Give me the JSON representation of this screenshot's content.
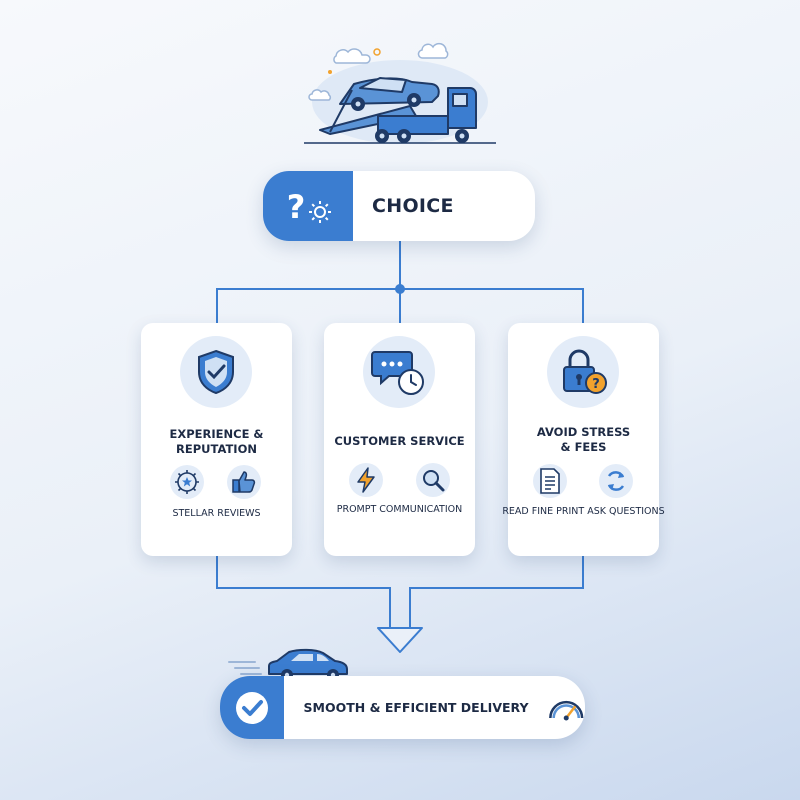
{
  "diagram": {
    "accent_color": "#3b7dd0",
    "hero": {
      "icon": "tow-truck-with-car-icon"
    },
    "choice": {
      "label": "CHOICE",
      "icon": "question-gear-icon"
    },
    "cards": [
      {
        "title_line1": "EXPERIENCE &",
        "title_line2": "REPUTATION",
        "badge_icon": "shield-check-icon",
        "mini_icons": [
          "gear-star-icon",
          "thumbs-up-icon"
        ],
        "caption": "STELLAR REVIEWS"
      },
      {
        "title_line1": "CUSTOMER SERVICE",
        "badge_icon": "chat-clock-icon",
        "mini_icons": [
          "lightning-icon",
          "magnifier-icon"
        ],
        "caption": "PROMPT COMMUNICATION"
      },
      {
        "title_line1": "AVOID STRESS",
        "title_line2": "& FEES",
        "badge_icon": "lock-question-icon",
        "mini_icons": [
          "document-icon",
          "refresh-icon"
        ],
        "caption": "READ FINE PRINT ASK QUESTIONS"
      }
    ],
    "delivery": {
      "label": "SMOOTH & EFFICIENT DELIVERY",
      "check_icon": "checkmark-icon",
      "car_icon": "moving-car-icon",
      "gauge_icon": "speedometer-icon"
    }
  }
}
